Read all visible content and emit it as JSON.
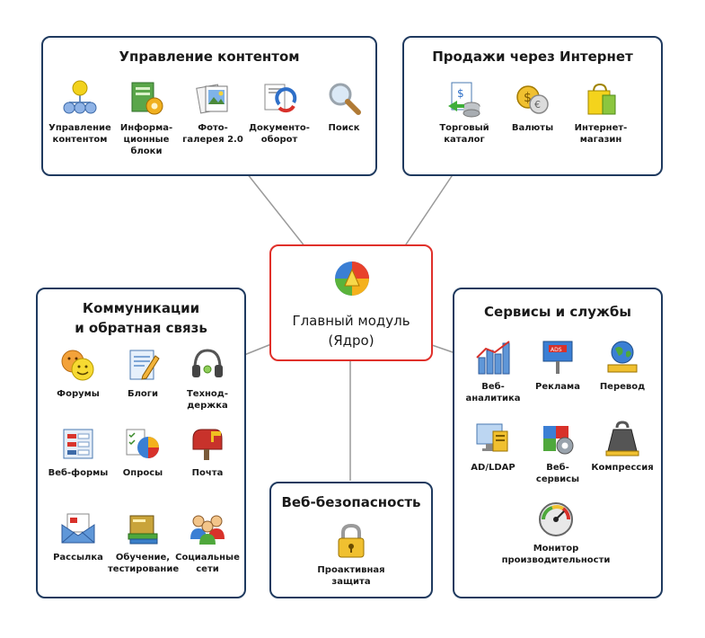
{
  "content_management": {
    "title": "Управление контентом",
    "items": [
      "Управление\nконтентом",
      "Информа-\nционные\nблоки",
      "Фото-\nгалерея 2.0",
      "Документо-\nоборот",
      "Поиск"
    ]
  },
  "internet_sales": {
    "title": "Продажи через Интернет",
    "items": [
      "Торговый\nкаталог",
      "Валюты",
      "Интернет-\nмагазин"
    ]
  },
  "core": {
    "title": "Главный модуль\n(Ядро)"
  },
  "communications": {
    "title": "Коммуникации\nи обратная связь",
    "items": [
      "Форумы",
      "Блоги",
      "Технод-\nдержка",
      "Веб-формы",
      "Опросы",
      "Почта",
      "Рассылка",
      "Обучение,\nтестирование",
      "Социальные\nсети"
    ]
  },
  "web_security": {
    "title": "Веб-безопасность",
    "items": [
      "Проактивная\nзащита"
    ]
  },
  "services": {
    "title": "Сервисы и службы",
    "items": [
      "Веб-\nаналитика",
      "Реклама",
      "Перевод",
      "AD/LDAP",
      "Веб-\nсервисы",
      "Компрессия",
      "Монитор\nпроизводительности"
    ]
  }
}
